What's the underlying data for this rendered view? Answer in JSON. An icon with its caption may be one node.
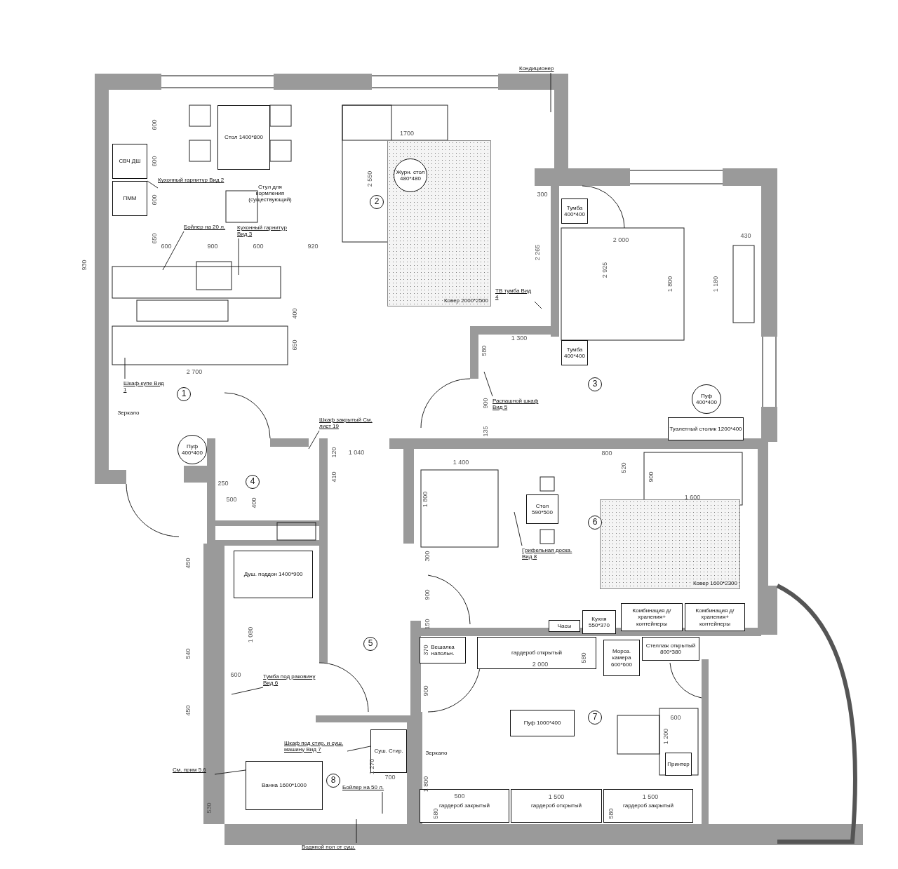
{
  "diagram": {
    "nodes": [
      {
        "text": [
          "1"
        ]
      },
      {
        "text": [
          "2"
        ]
      },
      {
        "text": [
          "3"
        ]
      },
      {
        "text": [
          "4"
        ]
      },
      {
        "text": [
          "5"
        ]
      },
      {
        "text": [
          "6"
        ]
      },
      {
        "text": [
          "7"
        ]
      },
      {
        "text": [
          "8"
        ]
      },
      {
        "text": [
          "Стол 1400*800"
        ]
      },
      {
        "text": [
          "СВЧ ДШ"
        ]
      },
      {
        "text": [
          "ПММ"
        ]
      },
      {
        "text": [
          "Пуф 400*400"
        ]
      },
      {
        "text": [
          "Ковер 2000*2500"
        ]
      },
      {
        "text": [
          "Журн. стол 480*480"
        ],
        "in": 12
      },
      {
        "text": [
          "Тумба 400*400"
        ]
      },
      {
        "text": [
          "Тумба 400*400"
        ]
      },
      {
        "text": [
          "Пуф 400*400"
        ]
      },
      {
        "text": [
          "Туалетный столик 1200*400"
        ]
      },
      {
        "text": [
          "Душ. поддон 1400*900"
        ]
      },
      {
        "text": [
          "Стол 590*500"
        ]
      },
      {
        "text": [
          "Ковер 1600*2300"
        ]
      },
      {
        "text": [
          "Часы"
        ]
      },
      {
        "text": [
          "Кухня 550*370"
        ]
      },
      {
        "text": [
          "Комбинация д/хранения+ контейнеры"
        ]
      },
      {
        "text": [
          "Комбинация д/хранения+ контейнеры"
        ]
      },
      {
        "text": [
          "Вешалка напольн."
        ]
      },
      {
        "text": [
          "гардероб открытый"
        ]
      },
      {
        "text": [
          "Мороз. камера 600*600"
        ]
      },
      {
        "text": [
          "Стеллаж открытый 800*380"
        ]
      },
      {
        "text": [
          "Пуф 1000*400"
        ]
      },
      {
        "text": [
          "Принтер"
        ]
      },
      {
        "text": [
          "гардероб закрытый"
        ]
      },
      {
        "text": [
          "гардероб открытый"
        ]
      },
      {
        "text": [
          "гардероб закрытый"
        ]
      },
      {
        "text": [
          "Суш. Стир."
        ]
      },
      {
        "text": [
          "Ванна 1600*1000"
        ]
      },
      {
        "text": [
          "Кондиционер"
        ]
      },
      {
        "text": [
          "Кухонный гарнитур Вид 2"
        ]
      },
      {
        "text": [
          "Кухонный гарнитур Вид 3"
        ]
      },
      {
        "text": [
          "Бойлер на 20 л."
        ]
      },
      {
        "text": [
          "ТВ тумба Вид 4"
        ]
      },
      {
        "text": [
          "Шкаф-купе Вид 1"
        ]
      },
      {
        "text": [
          "Распашной шкаф Вид 5"
        ]
      },
      {
        "text": [
          "Шкаф закрытый См. лист 19"
        ]
      },
      {
        "text": [
          "Грифельная доска. Вид 8"
        ]
      },
      {
        "text": [
          "Тумба под раковину Вид 6"
        ]
      },
      {
        "text": [
          "Шкаф под стир. и суш. машину Вид 7"
        ]
      },
      {
        "text": [
          "Бойлер на 50 л."
        ]
      },
      {
        "text": [
          "См. прим 5.6"
        ]
      },
      {
        "text": [
          "Водяной пол от суш."
        ]
      }
    ],
    "edges": [
      {
        "from": 36,
        "to": null,
        "arrow": "none"
      },
      {
        "from": 37,
        "to": 10,
        "arrow": "none"
      },
      {
        "from": 38,
        "to": null,
        "arrow": "none"
      },
      {
        "from": 39,
        "to": null,
        "arrow": "none"
      },
      {
        "from": 40,
        "to": null,
        "arrow": "none"
      },
      {
        "from": 41,
        "to": null,
        "arrow": "none"
      },
      {
        "from": 42,
        "to": null,
        "arrow": "none"
      },
      {
        "from": 43,
        "to": null,
        "arrow": "none"
      },
      {
        "from": 44,
        "to": null,
        "arrow": "none"
      },
      {
        "from": 45,
        "to": null,
        "arrow": "none"
      },
      {
        "from": 46,
        "to": 34,
        "arrow": "none"
      },
      {
        "from": 47,
        "to": null,
        "arrow": "none"
      },
      {
        "from": 48,
        "to": 35,
        "arrow": "none"
      },
      {
        "from": 49,
        "to": null,
        "arrow": "none"
      }
    ],
    "labels": [
      "600",
      "600",
      "600",
      "650",
      "930",
      "Стул для кормления (существующий)",
      "600",
      "900",
      "600",
      "920",
      "400",
      "650",
      "2 700",
      "Зеркало",
      "1700",
      "2 550",
      "300",
      "2 265",
      "2 000",
      "2 925",
      "1 800",
      "430",
      "1 180",
      "1 300",
      "580",
      "900",
      "135",
      "1 040",
      "120",
      "410",
      "250",
      "500",
      "400",
      "450",
      "1 080",
      "540",
      "600",
      "450",
      "300",
      "900",
      "150",
      "1 400",
      "1 800",
      "800",
      "520",
      "900",
      "1 600",
      "370",
      "580",
      "2 000",
      "900",
      "600",
      "1 200",
      "Зеркало",
      "1 800",
      "1 270",
      "700",
      "500",
      "1 500",
      "1 500",
      "530",
      "580",
      "580"
    ]
  }
}
